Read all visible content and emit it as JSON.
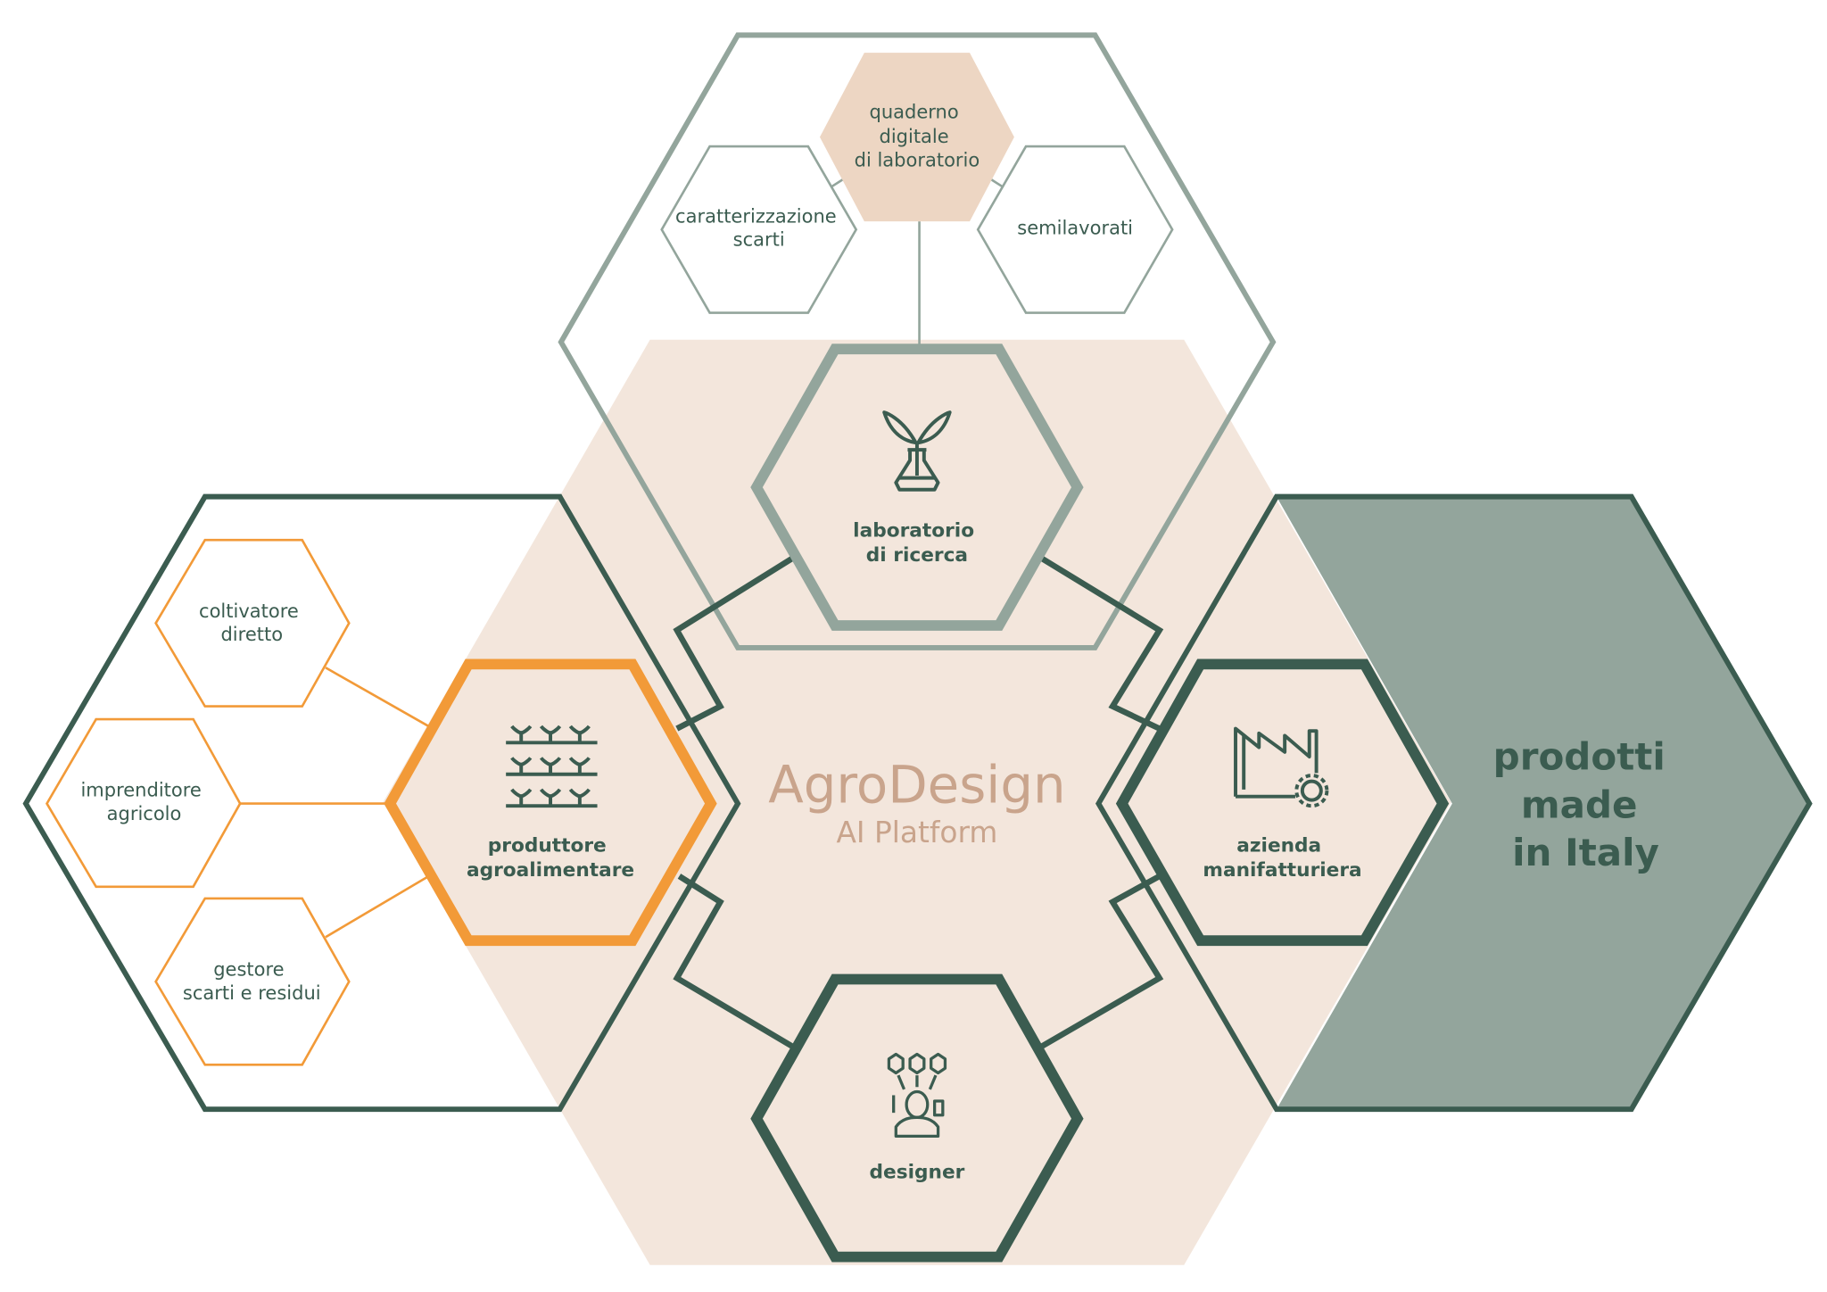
{
  "colors": {
    "dark_green": "#3B5C50",
    "sage": "#93A59C",
    "beige": "#F3E6DC",
    "orange": "#F29A38",
    "quaderno_fill": "#EDD6C3",
    "brand_text": "#C9A48C"
  },
  "platform": {
    "title": "AgroDesign",
    "subtitle": "AI Platform"
  },
  "lab": {
    "label_line1": "laboratorio",
    "label_line2": "di ricerca",
    "icon": "plant-flask-icon",
    "sub": {
      "quaderno": [
        "quaderno",
        "digitale",
        "di laboratorio"
      ],
      "caratterizzazione": [
        "caratterizzazione",
        "scarti"
      ],
      "semilavorati": [
        "semilavorati"
      ]
    }
  },
  "produttore": {
    "label_line1": "produttore",
    "label_line2": "agroalimentare",
    "icon": "crops-rows-icon",
    "sub": {
      "coltivatore": [
        "coltivatore",
        "diretto"
      ],
      "imprenditore": [
        "imprenditore",
        "agricolo"
      ],
      "gestore": [
        "gestore",
        "scarti e residui"
      ]
    }
  },
  "azienda": {
    "label_line1": "azienda",
    "label_line2": "manifatturiera",
    "icon": "factory-gear-icon"
  },
  "designer": {
    "label": "designer",
    "icon": "designer-person-icon"
  },
  "output": {
    "line1": "prodotti",
    "line2": "made",
    "line3": "in Italy"
  }
}
